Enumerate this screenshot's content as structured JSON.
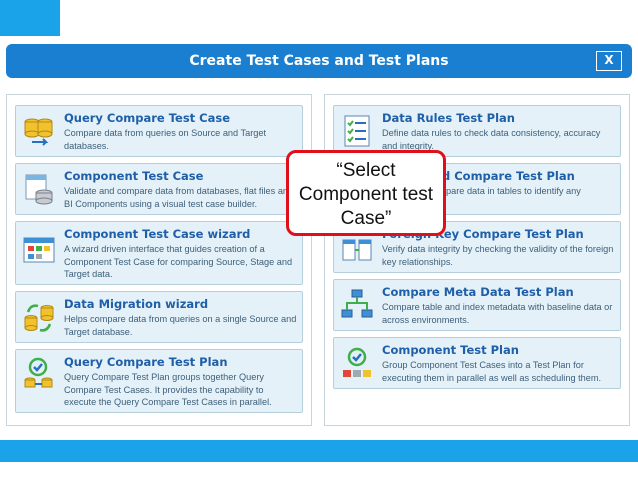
{
  "dialog": {
    "title": "Create Test Cases and Test Plans",
    "close_label": "X"
  },
  "left_items": [
    {
      "title": "Query Compare Test Case",
      "desc": "Compare data from queries on Source and Target databases.",
      "icon": "database-compare-icon"
    },
    {
      "title": "Component Test Case",
      "desc": "Validate and compare data from databases, flat files and BI Components using a visual test case builder.",
      "icon": "file-database-icon"
    },
    {
      "title": "Component Test Case wizard",
      "desc": "A wizard driven interface that guides creation of a Component Test Case for comparing Source, Stage and Target data.",
      "icon": "wizard-window-icon"
    },
    {
      "title": "Data Migration wizard",
      "desc": "Helps compare data from queries on a single Source and Target database.",
      "icon": "database-migration-icon"
    },
    {
      "title": "Query Compare Test Plan",
      "desc": "Query Compare Test Plan groups together Query Compare Test Cases. It provides the capability to execute the Query Compare Test Cases in parallel.",
      "icon": "refresh-check-database-icon"
    }
  ],
  "right_items": [
    {
      "title": "Data Rules Test Plan",
      "desc": "Define data rules to check data consistency, accuracy and integrity.",
      "icon": "checklist-icon"
    },
    {
      "title": "d Compare Test Plan",
      "desc": "pare data in tables to identify any",
      "icon": "table-compare-icon"
    },
    {
      "title": "Foreign Key Compare Test Plan",
      "desc": "Verify data integrity by checking the validity of the foreign key relationships.",
      "icon": "foreign-key-icon"
    },
    {
      "title": "Compare Meta Data Test Plan",
      "desc": "Compare table and index metadata with baseline data or across environments.",
      "icon": "metadata-tree-icon"
    },
    {
      "title": "Component Test Plan",
      "desc": "Group Component Test Cases into a Test Plan for executing them in parallel as well as scheduling them.",
      "icon": "refresh-check-components-icon"
    }
  ],
  "callout": {
    "line1": "“Select",
    "line2": "Component test",
    "line3": "Case”"
  },
  "colors": {
    "accent": "#1a7fd0",
    "card_bg": "#e4f1f8",
    "card_title": "#1f5fa8",
    "callout_border": "#e0101a"
  }
}
